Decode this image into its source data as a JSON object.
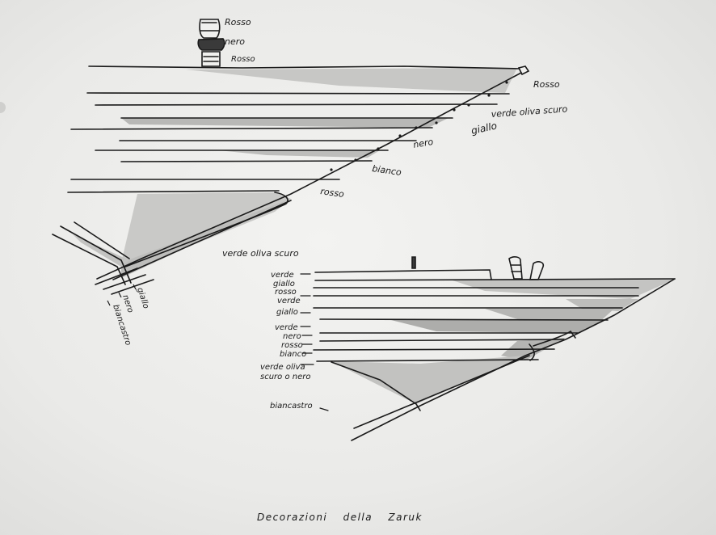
{
  "title": "Decorazioni della Zaruk",
  "upper_drawing": {
    "mast_labels": [
      "Rosso",
      "nero",
      "Rosso"
    ],
    "stem_labels": [
      "Rosso",
      "verde oliva scuro",
      "giallo",
      "nero",
      "bianco",
      "rosso"
    ],
    "hull_label": "verde oliva scuro",
    "keel_labels": [
      "giallo",
      "nero",
      "biancastro"
    ]
  },
  "lower_drawing": {
    "stripe_labels": [
      "verde",
      "giallo",
      "rosso",
      "verde",
      "giallo",
      "verde",
      "nero",
      "rosso",
      "bianco",
      "verde oliva",
      "scuro o nero"
    ],
    "bottom_label": "biancastro"
  },
  "colors": {
    "ink": "#1a1a1a",
    "paper": "#efefed",
    "shade": "#a8a8a8"
  }
}
